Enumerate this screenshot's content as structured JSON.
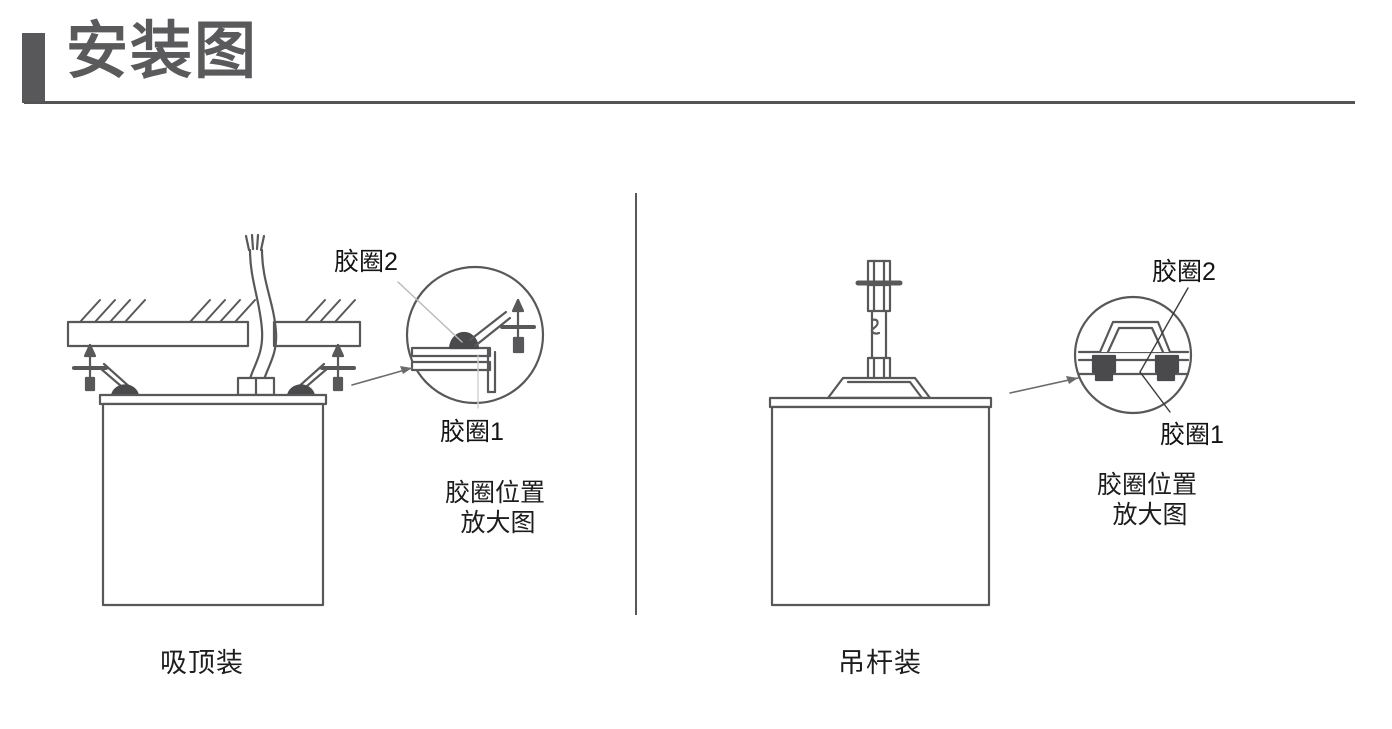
{
  "header": {
    "title": "安装图",
    "accent_color": "#58585a",
    "rule_color": "#545456"
  },
  "panels": [
    {
      "id": "ceiling",
      "caption": "吸顶装",
      "detail_caption_line1": "胶圈位置",
      "detail_caption_line2": "放大图",
      "labels": {
        "ring2": "胶圈2",
        "ring1": "胶圈1"
      }
    },
    {
      "id": "rod",
      "caption": "吊杆装",
      "detail_caption_line1": "胶圈位置",
      "detail_caption_line2": "放大图",
      "labels": {
        "ring2": "胶圈2",
        "ring1": "胶圈1"
      }
    }
  ],
  "drawing": {
    "line_color": "#58585a",
    "fill_color": "#ffffff",
    "gasket_color": "#4a4a4c",
    "leader_color": "#6b6b6d",
    "background": "#ffffff"
  }
}
